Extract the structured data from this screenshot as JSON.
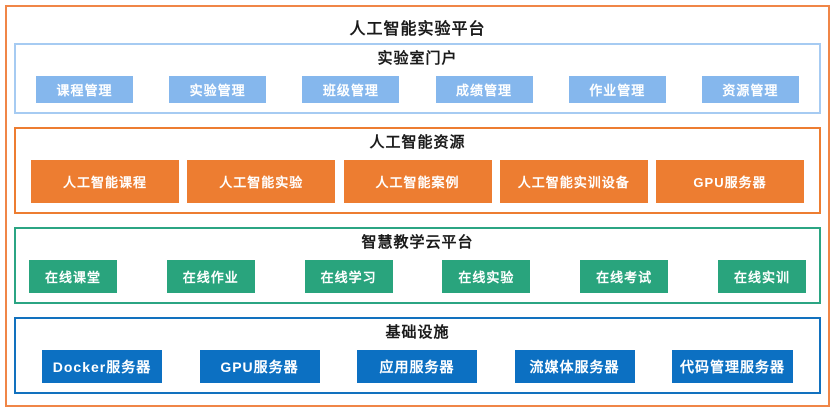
{
  "title": "人工智能实验平台",
  "colors": {
    "outer_border": "#F08647",
    "portal_border": "#A6CBF2",
    "portal_button": "#85B7ED",
    "resource_border": "#ED7D31",
    "resource_button": "#ED7D31",
    "cloud_border": "#2BA583",
    "cloud_button": "#29A47D",
    "infra_border": "#1271BE",
    "infra_button": "#0C70C2",
    "button_text": "#FFFFFF",
    "title_text": "#1A1A1A"
  },
  "sections": [
    {
      "title": "实验室门户",
      "items": [
        "课程管理",
        "实验管理",
        "班级管理",
        "成绩管理",
        "作业管理",
        "资源管理"
      ]
    },
    {
      "title": "人工智能资源",
      "items": [
        "人工智能课程",
        "人工智能实验",
        "人工智能案例",
        "人工智能实训设备",
        "GPU服务器"
      ]
    },
    {
      "title": "智慧教学云平台",
      "items": [
        "在线课堂",
        "在线作业",
        "在线学习",
        "在线实验",
        "在线考试",
        "在线实训"
      ]
    },
    {
      "title": "基础设施",
      "items": [
        "Docker服务器",
        "GPU服务器",
        "应用服务器",
        "流媒体服务器",
        "代码管理服务器"
      ]
    }
  ]
}
